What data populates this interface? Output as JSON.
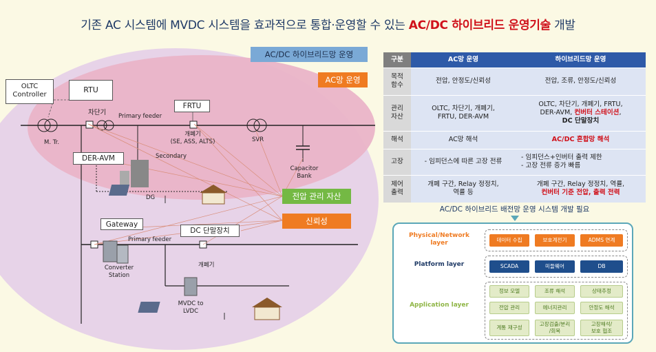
{
  "title": {
    "prefix": "기존 AC 시스템에 MVDC 시스템을 효과적으로 통합·운영할 수 있는 ",
    "highlight": "AC/DC 하이브리드 운영기술",
    "suffix": " 개발"
  },
  "diagram": {
    "tags": {
      "hybrid_op": "AC/DC 하이브리드망 운영",
      "ac_op": "AC망 운영",
      "voltage_asset": "전압 관리 자산",
      "reliability": "신뢰성"
    },
    "boxes": {
      "oltc": "OLTC\nController",
      "rtu": "RTU",
      "frtu": "FRTU",
      "der_avm": "DER-AVM",
      "gateway": "Gateway",
      "dc_device": "DC 단말장치"
    },
    "labels": {
      "breaker": "차단기",
      "primary_feeder_top": "Primary feeder",
      "m_tr": "M. Tr.",
      "switch_top": "개폐기\n(SE, ASS, ALTS)",
      "svr": "SVR",
      "secondary": "Secondary",
      "capacitor": "Capacitor\nBank",
      "dg": "DG",
      "primary_feeder_bottom": "Primary feeder",
      "converter": "Converter\nStation",
      "switch_bottom": "개폐기",
      "mvdc": "MVDC to\nLVDC"
    }
  },
  "table": {
    "headers": [
      "구분",
      "AC망 운영",
      "하이브리드망 운영"
    ],
    "rows": [
      {
        "label": "목적\n함수",
        "ac": "전압, 안정도/신뢰성",
        "hybrid": "전압, 조류, 안정도/신뢰성"
      },
      {
        "label": "관리\n자산",
        "ac": "OLTC, 차단기, 개폐기,\nFRTU, DER-AVM",
        "hybrid_plain": "OLTC, 차단기, 개폐기, FRTU,\nDER-AVM, ",
        "hybrid_red": "컨버터 스테이션",
        "hybrid_plain2": ",",
        "hybrid_bold": "DC 단말장치"
      },
      {
        "label": "해석",
        "ac": "AC망 해석",
        "hybrid_red": "AC/DC 혼합망 해석"
      },
      {
        "label": "고장",
        "ac": "- 임피던스에 따른 고장 전류",
        "hybrid_line1": "- 임피던스+인버터 출력 제한",
        "hybrid_line2": "- 고장 전류 증가 빠름"
      },
      {
        "label": "제어\n출력",
        "ac": "개폐 구간, Relay 정정치,\n역률 등",
        "hybrid_plain": "개폐 구간, Relay 정정치, 역률,",
        "hybrid_red": "컨버터 기준 전압, 출력 전력"
      }
    ]
  },
  "need": "AC/DC 하이브리드 배전망 운영 시스템 개발 필요",
  "layers": {
    "physical": {
      "name": "Physical/Network\nlayer",
      "items": [
        "데이터 수집",
        "보호계전기",
        "ADMS 연계"
      ]
    },
    "platform": {
      "name": "Platform layer",
      "items": [
        "SCADA",
        "미들웨어",
        "DB"
      ]
    },
    "application": {
      "name": "Application layer",
      "items": [
        "정보 모델",
        "조류 해석",
        "상태추정",
        "전압 관리",
        "에너지관리",
        "안정도 해석",
        "계통 재구성",
        "고장검출/분리\n/회복",
        "고장해석/\n보호 협조"
      ]
    }
  },
  "colors": {
    "title": "#1f3a66",
    "highlight": "#d0121b",
    "table_header": "#2e5aa8",
    "orange": "#ef7b22",
    "green": "#74b944",
    "panel_border": "#5aa7b8"
  }
}
